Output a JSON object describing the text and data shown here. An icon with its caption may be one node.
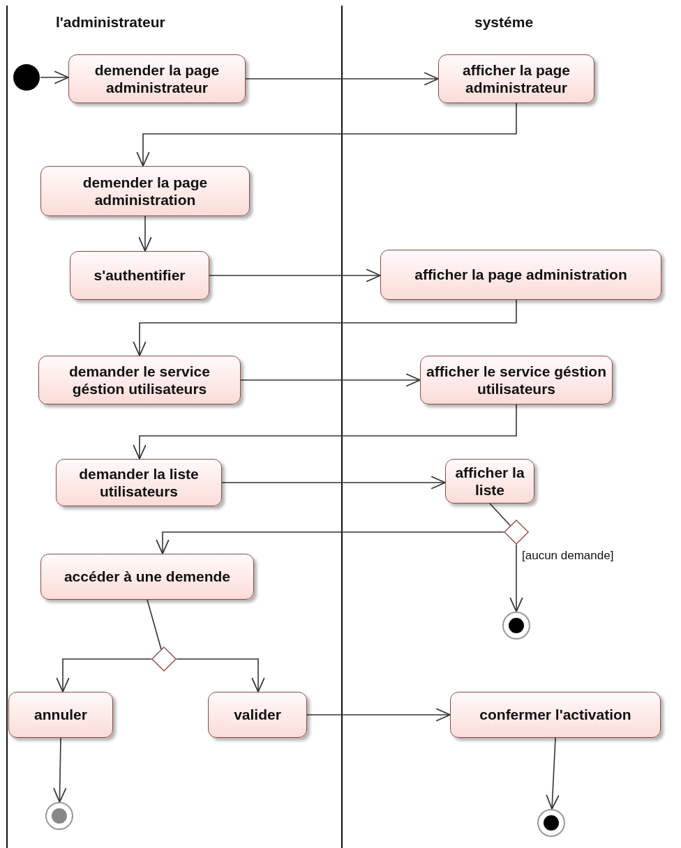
{
  "diagram": {
    "nodes": [
      {
        "text": [],
        "shape": "circle"
      },
      {
        "text": [
          "demender la page administrateur"
        ]
      },
      {
        "text": [
          "afficher la page administrateur"
        ]
      },
      {
        "text": [
          "demender la page administration"
        ]
      },
      {
        "text": [
          "s'authentifier"
        ]
      },
      {
        "text": [
          "afficher la page administration"
        ]
      },
      {
        "text": [
          "demander le service géstion utilisateurs"
        ]
      },
      {
        "text": [
          "afficher le service géstion utilisateurs"
        ]
      },
      {
        "text": [
          "demander la liste utilisateurs"
        ]
      },
      {
        "text": [
          "afficher la liste"
        ]
      },
      {
        "text": [],
        "shape": "diamond"
      },
      {
        "text": [
          "accéder à une demende"
        ]
      },
      {
        "text": [],
        "shape": "bullseye"
      },
      {
        "text": [],
        "shape": "diamond"
      },
      {
        "text": [
          "annuler"
        ]
      },
      {
        "text": [
          "valider"
        ]
      },
      {
        "text": [
          "confermer l'activation"
        ]
      },
      {
        "text": [],
        "shape": "bullseye"
      },
      {
        "text": [],
        "shape": "bullseye"
      }
    ],
    "edges": [
      {
        "from": 0,
        "to": 1,
        "arrow": "to"
      },
      {
        "from": 1,
        "to": 2,
        "arrow": "to"
      },
      {
        "from": 2,
        "to": 3,
        "arrow": "to"
      },
      {
        "from": 3,
        "to": 4,
        "arrow": "to"
      },
      {
        "from": 4,
        "to": 5,
        "arrow": "to"
      },
      {
        "from": 5,
        "to": 6,
        "arrow": "to"
      },
      {
        "from": 6,
        "to": 7,
        "arrow": "to"
      },
      {
        "from": 7,
        "to": 8,
        "arrow": "to"
      },
      {
        "from": 8,
        "to": 9,
        "arrow": "to"
      },
      {
        "from": 9,
        "to": 10,
        "arrow": "none"
      },
      {
        "from": 10,
        "to": 11,
        "arrow": "to"
      },
      {
        "from": 10,
        "to": 12,
        "arrow": "to",
        "label": "[aucun demande]"
      },
      {
        "from": 11,
        "to": 13,
        "arrow": "none"
      },
      {
        "from": 13,
        "to": 14,
        "arrow": "to"
      },
      {
        "from": 13,
        "to": 15,
        "arrow": "to"
      },
      {
        "from": 15,
        "to": 16,
        "arrow": "to"
      },
      {
        "from": 14,
        "to": 17,
        "arrow": "to"
      },
      {
        "from": 16,
        "to": 18,
        "arrow": "to"
      }
    ],
    "labels": [
      "l'administrateur",
      "systéme"
    ]
  }
}
